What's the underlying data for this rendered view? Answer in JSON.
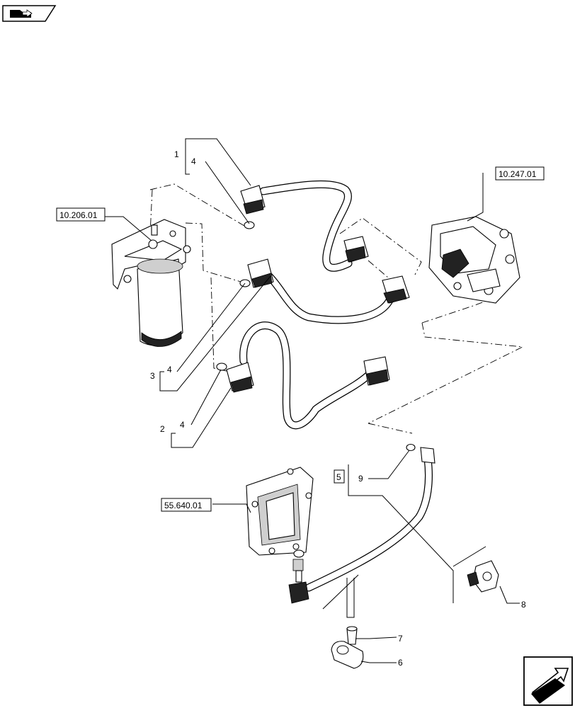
{
  "references": {
    "ref_1": "10.247.01",
    "ref_2": "10.206.01",
    "ref_3": "55.640.01"
  },
  "callouts": {
    "c1": "1",
    "c2": "2",
    "c3": "3",
    "c4a": "4",
    "c4b": "4",
    "c4c": "4",
    "c5": "5",
    "c6": "6",
    "c7": "7",
    "c8": "8",
    "c9": "9"
  },
  "icons": {
    "top_left": "folder-arrow-icon",
    "bottom_right": "next-page-arrow-icon"
  }
}
